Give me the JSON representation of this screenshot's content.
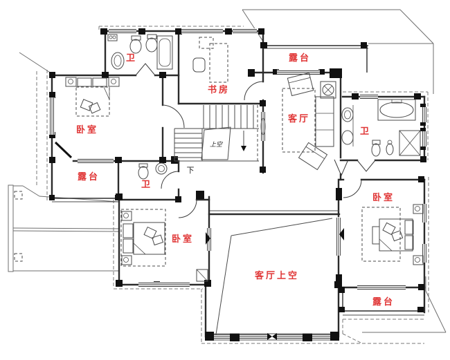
{
  "colors": {
    "label": "#e03636",
    "wall": "#2b2b2b",
    "thin_line": "#4a4a4a",
    "roof_line": "#6e6e6e",
    "background": "#ffffff"
  },
  "rooms": {
    "bath_top_left": {
      "label": "卫"
    },
    "study": {
      "label": "书房"
    },
    "terrace_top": {
      "label": "露台"
    },
    "living_room": {
      "label": "客厅"
    },
    "bath_right": {
      "label": "卫"
    },
    "bedroom_left": {
      "label": "卧室"
    },
    "terrace_left": {
      "label": "露台"
    },
    "bath_center": {
      "label": "卫"
    },
    "bedroom_right": {
      "label": "卧室"
    },
    "bedroom_bottom": {
      "label": "卧室"
    },
    "living_room_void": {
      "label": "客厅上空"
    },
    "terrace_bottom_right": {
      "label": "露台"
    }
  },
  "stairs": {
    "void_label": "上空",
    "down_label": "下"
  }
}
